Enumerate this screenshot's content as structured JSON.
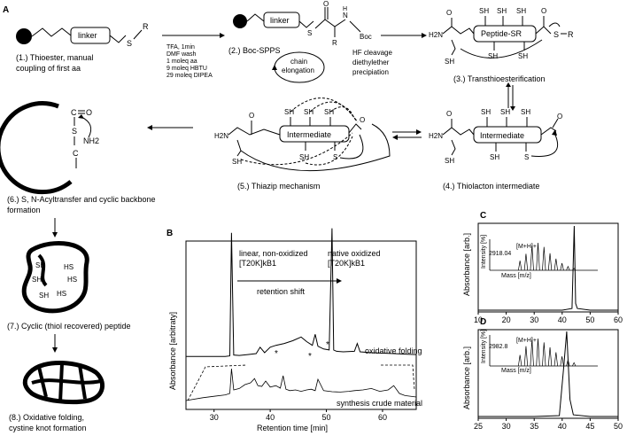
{
  "panel_labels": {
    "a": "A",
    "b": "B",
    "c": "C",
    "d": "D"
  },
  "scheme": {
    "step1": {
      "linker": "linker",
      "s": "S",
      "r": "R",
      "caption": "(1.) Thioester, manual coupling of first aa"
    },
    "step1_conditions": [
      "TFA, 1min",
      "DMF wash",
      "1 moleq aa",
      "9 moleq HBTU",
      "29 moleq DIPEA"
    ],
    "step2": {
      "linker": "linker",
      "s": "S",
      "n": "N",
      "boc": "Boc",
      "r": "R",
      "caption": "(2.) Boc-SPPS"
    },
    "step2_conditions": [
      "HF cleavage",
      "diethylether",
      "precipiation"
    ],
    "chain_elongation": "chain elongation",
    "step3": {
      "label": "Peptide-SR",
      "h2n": "H2N",
      "sh": "SH",
      "s": "S",
      "r": "R",
      "caption": "(3.) Transthioesterification"
    },
    "step4": {
      "label": "Intermediate",
      "h2n": "H2N",
      "sh": "SH",
      "s": "S",
      "caption": "(4.) Thiolacton intermediate"
    },
    "step5": {
      "label": "Intermediate",
      "h2n": "H2N",
      "sh": "SH",
      "s": "S",
      "caption": "(5.) Thiazip mechanism"
    },
    "step6": {
      "c": "C",
      "o": "O",
      "s": "S",
      "nh2": "NH2",
      "caption": "(6.) S, N-Acyltransfer and cyclic backbone formation"
    },
    "step7": {
      "sh": "SH",
      "hs": "HS",
      "caption": "(7.) Cyclic (thiol recovered) peptide"
    },
    "step8": {
      "caption": "(8.) Oxidative folding, cystine knot formation"
    }
  },
  "chart_data": [
    {
      "type": "line",
      "panel": "B",
      "xlabel": "Retention time [min]",
      "ylabel": "Absorbance [arbitraty]",
      "xlim": [
        25,
        66
      ],
      "xticks": [
        30,
        40,
        50,
        60
      ],
      "series": [
        {
          "name": "oxidative folding",
          "x": [
            25.0,
            29.0,
            32.0,
            32.8,
            33.1,
            33.5,
            34.5,
            36.0,
            37.5,
            38.2,
            39.0,
            40.0,
            41.0,
            42.5,
            44.0,
            45.5,
            46.5,
            47.5,
            48.0,
            48.5,
            49.5,
            50.5,
            51.0,
            51.3,
            51.8,
            53.0,
            55.0,
            55.5,
            56.0,
            58.0,
            60.0,
            62.0,
            64.0,
            66.0
          ],
          "y": [
            0.42,
            0.42,
            0.42,
            0.43,
            3.1,
            0.45,
            0.44,
            0.46,
            0.48,
            0.62,
            0.5,
            0.62,
            0.66,
            0.7,
            0.76,
            0.84,
            0.74,
            0.66,
            0.9,
            0.64,
            0.58,
            0.56,
            3.2,
            0.56,
            0.53,
            0.52,
            0.53,
            0.7,
            0.52,
            0.5,
            0.49,
            0.48,
            0.47,
            0.46
          ]
        },
        {
          "name": "synthesis crude material",
          "x": [
            25.0,
            28.0,
            30.0,
            32.0,
            32.8,
            33.1,
            33.5,
            34.5,
            35.5,
            36.5,
            37.2,
            37.8,
            38.5,
            39.2,
            40.0,
            41.0,
            41.8,
            42.3,
            42.8,
            43.5,
            44.5,
            45.5,
            46.5,
            47.3,
            48.0,
            48.5,
            49.5,
            51.0,
            52.5,
            54.0,
            55.0,
            56.5,
            58.0,
            59.5,
            61.0,
            62.0,
            63.0,
            64.0,
            66.0
          ],
          "y": [
            0.0,
            0.08,
            0.12,
            0.16,
            0.2,
            0.9,
            0.3,
            0.34,
            0.45,
            0.5,
            0.62,
            0.42,
            0.4,
            0.55,
            0.38,
            0.42,
            0.35,
            0.7,
            0.32,
            0.28,
            0.3,
            0.26,
            0.3,
            0.32,
            0.28,
            0.6,
            0.28,
            0.25,
            0.24,
            0.26,
            0.28,
            0.3,
            0.34,
            0.26,
            0.3,
            0.42,
            0.2,
            0.14,
            0.1
          ]
        }
      ],
      "annotations": [
        {
          "text": "linear, non-oxidized",
          "line2": "[T20K]kB1"
        },
        {
          "text": "native oxidized",
          "line2": "[T20K]kB1"
        },
        {
          "text": "retention shift"
        },
        {
          "text": "oxidative folding"
        },
        {
          "text": "synthesis crude material"
        },
        {
          "text": "*"
        }
      ]
    },
    {
      "type": "line",
      "panel": "C",
      "ylabel": "Absorbance [arb.]",
      "xlim": [
        10,
        60
      ],
      "xticks": [
        10,
        20,
        30,
        40,
        50,
        60
      ],
      "series": [
        {
          "x": [
            10,
            20,
            30,
            40,
            43.5,
            44.3,
            44.8,
            45.4,
            50,
            60
          ],
          "y": [
            0.0,
            0.0,
            0.0,
            0.0,
            0.02,
            1.0,
            0.08,
            0.02,
            0.0,
            0.0
          ]
        }
      ],
      "inset": {
        "label": "[M+H]+",
        "value": "2918.04",
        "xlabel": "Mass [m/z]",
        "ylabel": "Intensity [%]",
        "peaks": [
          0.35,
          0.6,
          0.9,
          1.0,
          0.85,
          0.62,
          0.42,
          0.26,
          0.14,
          0.07
        ]
      }
    },
    {
      "type": "line",
      "panel": "D",
      "ylabel": "Absorbance [arb.]",
      "xlim": [
        25,
        50
      ],
      "xticks": [
        25,
        30,
        35,
        40,
        45,
        50
      ],
      "series": [
        {
          "x": [
            25,
            30,
            35,
            39.5,
            40.3,
            40.8,
            41.4,
            42,
            45,
            50
          ],
          "y": [
            0.0,
            0.0,
            0.0,
            0.01,
            0.6,
            1.0,
            0.2,
            0.02,
            0.0,
            0.0
          ]
        }
      ],
      "inset": {
        "label": "[M+H]+",
        "value": "2982.8",
        "xlabel": "Mass [m/z]",
        "ylabel": "Intensity [%]",
        "peaks": [
          0.4,
          0.72,
          0.95,
          1.0,
          0.86,
          0.68,
          0.5,
          0.35,
          0.22,
          0.12
        ]
      }
    }
  ]
}
